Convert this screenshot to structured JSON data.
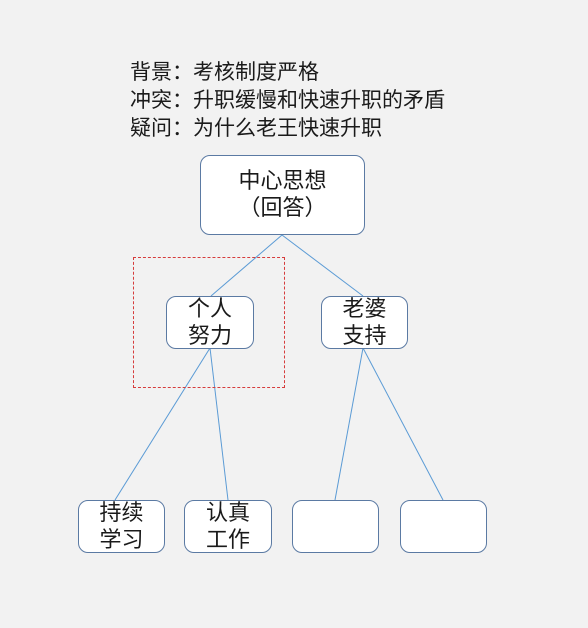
{
  "intro": {
    "background": "背景：考核制度严格",
    "conflict": "冲突：升职缓慢和快速升职的矛盾",
    "question": "疑问：为什么老王快速升职"
  },
  "nodes": {
    "root": {
      "line1": "中心思想",
      "line2": "（回答）"
    },
    "effort": {
      "line1": "个人",
      "line2": "努力"
    },
    "wife": {
      "line1": "老婆",
      "line2": "支持"
    },
    "study": {
      "line1": "持续",
      "line2": "学习"
    },
    "work": {
      "line1": "认真",
      "line2": "工作"
    },
    "empty1": {
      "line1": "",
      "line2": ""
    },
    "empty2": {
      "line1": "",
      "line2": ""
    }
  },
  "colors": {
    "background": "#f2f2f2",
    "node_border": "#5b7aa3",
    "connector": "#5b9bd5",
    "highlight": "#d63c3c"
  }
}
